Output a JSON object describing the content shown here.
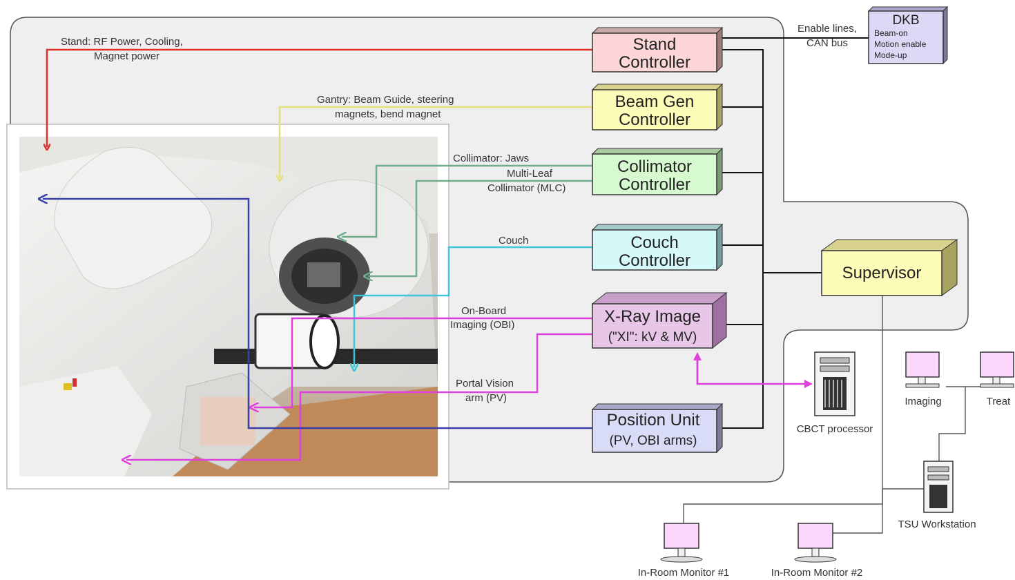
{
  "controllers": {
    "stand": {
      "line1": "Stand",
      "line2": "Controller",
      "color": "#fdd7d7"
    },
    "beam_gen": {
      "line1": "Beam Gen",
      "line2": "Controller",
      "color": "#fdfbb8"
    },
    "collimator": {
      "line1": "Collimator",
      "line2": "Controller",
      "color": "#d6f9cf"
    },
    "couch": {
      "line1": "Couch",
      "line2": "Controller",
      "color": "#d5f8f9"
    },
    "xray": {
      "line1": "X-Ray Image",
      "line2": "(\"XI\": kV & MV)",
      "color": "#e7c6e7"
    },
    "position": {
      "line1": "Position Unit",
      "line2": "(PV, OBI arms)",
      "color": "#d9dcf6"
    }
  },
  "supervisor": {
    "label": "Supervisor",
    "color": "#fdfbb8"
  },
  "dkb": {
    "title": "DKB",
    "items": [
      "Beam-on",
      "Motion enable",
      "Mode-up"
    ],
    "color": "#dcd9f6"
  },
  "labels": {
    "enable_lines_1": "Enable lines,",
    "enable_lines_2": "CAN bus",
    "stand_sig_1": "Stand: RF Power, Cooling,",
    "stand_sig_2": "Magnet power",
    "gantry_sig_1": "Gantry: Beam Guide, steering",
    "gantry_sig_2": "magnets, bend magnet",
    "coll_sig_1": "Collimator: Jaws",
    "coll_sig_2": "Multi-Leaf",
    "coll_sig_3": "Collimator (MLC)",
    "couch_sig": "Couch",
    "obi_1": "On-Board",
    "obi_2": "Imaging (OBI)",
    "pv_1": "Portal Vision",
    "pv_2": "arm (PV)",
    "cbct": "CBCT processor",
    "imaging": "Imaging",
    "treat": "Treat",
    "tsu": "TSU Workstation",
    "monitor1": "In-Room Monitor #1",
    "monitor2": "In-Room Monitor #2"
  },
  "colors": {
    "stand_line": "#e0302c",
    "gantry_line": "#e6e07a",
    "coll_line": "#6fae8b",
    "couch_line": "#3ec6d8",
    "obi_line": "#e040e0",
    "position_line": "#3a3ea8"
  }
}
